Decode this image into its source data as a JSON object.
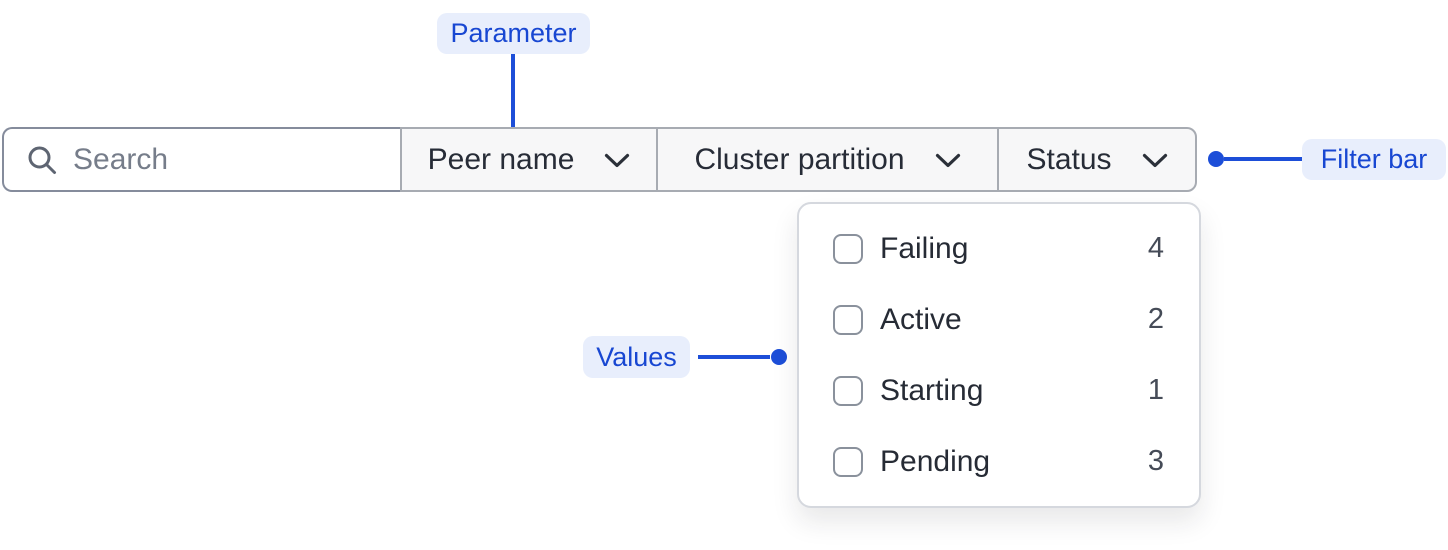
{
  "annotations": {
    "parameter": {
      "label": "Parameter"
    },
    "filter_bar": {
      "label": "Filter bar"
    },
    "values": {
      "label": "Values"
    }
  },
  "filter_bar": {
    "search": {
      "placeholder": "Search",
      "value": ""
    },
    "dropdowns": [
      {
        "label": "Peer name"
      },
      {
        "label": "Cluster partition"
      },
      {
        "label": "Status"
      }
    ]
  },
  "status_dropdown": {
    "options": [
      {
        "label": "Failing",
        "count": 4,
        "checked": false
      },
      {
        "label": "Active",
        "count": 2,
        "checked": false
      },
      {
        "label": "Starting",
        "count": 1,
        "checked": false
      },
      {
        "label": "Pending",
        "count": 3,
        "checked": false
      }
    ]
  },
  "colors": {
    "annotation_blue": "#1d4ed8",
    "annotation_badge_bg": "#e8eefc",
    "filterbar_button_bg": "#f7f7f8",
    "filterbar_border": "#a7abb2",
    "search_border": "#858c9c",
    "panel_border": "#d5d8de",
    "text_dark": "#272c37",
    "text_count": "#454b57"
  }
}
